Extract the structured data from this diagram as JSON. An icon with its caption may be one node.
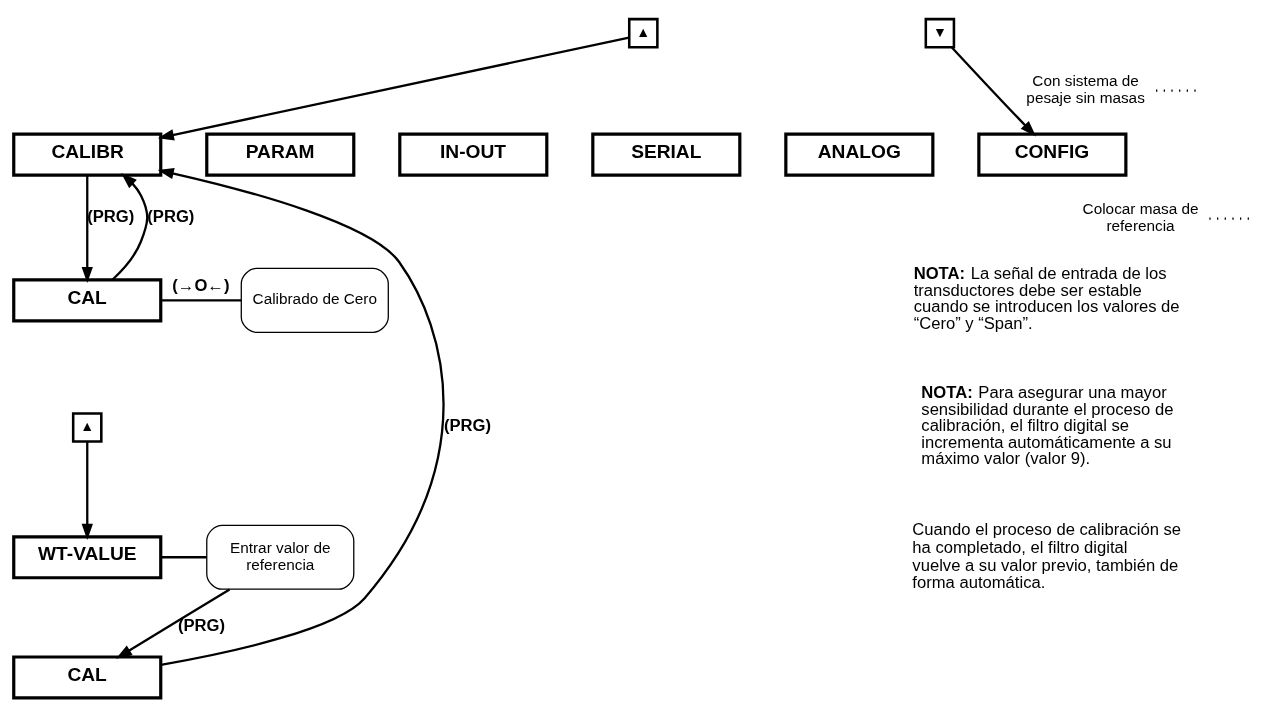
{
  "diagram": {
    "nodes": [
      {
        "text": [
          "CALIBR"
        ]
      },
      {
        "text": [
          "PARAM"
        ]
      },
      {
        "text": [
          "IN-OUT"
        ]
      },
      {
        "text": [
          "SERIAL"
        ]
      },
      {
        "text": [
          "ANALOG"
        ]
      },
      {
        "text": [
          "CONFIG"
        ]
      },
      {
        "text": [
          "▲"
        ]
      },
      {
        "text": [
          "▼"
        ]
      },
      {
        "text": [
          "Con sistema de pesaje sin masas"
        ]
      },
      {
        "text": [
          "CAL"
        ]
      },
      {
        "text": [
          "Calibrado de Cero"
        ]
      },
      {
        "text": [
          "▲"
        ]
      },
      {
        "text": [
          "Colocar masa de referencia"
        ]
      },
      {
        "text": [
          "WT-VALUE"
        ]
      },
      {
        "text": [
          "Entrar valor de referencia"
        ]
      },
      {
        "text": [
          "CAL"
        ]
      }
    ],
    "edges": [
      {
        "from": 6,
        "to": 0,
        "arrow": "to"
      },
      {
        "from": 7,
        "to": 5,
        "arrow": "to"
      },
      {
        "from": 0,
        "to": 9,
        "arrow": "to",
        "label": "(PRG)"
      },
      {
        "from": 8,
        "to": null,
        "arrow": "none",
        "style": "dashed"
      },
      {
        "from": 9,
        "to": 10,
        "arrow": "none",
        "label": "(→O←)"
      },
      {
        "from": 9,
        "to": 0,
        "arrow": "to",
        "label": "(PRG)"
      },
      {
        "from": 11,
        "to": 13,
        "arrow": "to"
      },
      {
        "from": 12,
        "to": null,
        "arrow": "none",
        "style": "dashed"
      },
      {
        "from": 13,
        "to": 14,
        "arrow": "none"
      },
      {
        "from": 14,
        "to": 15,
        "arrow": "to",
        "label": "(PRG)"
      },
      {
        "from": 15,
        "to": 0,
        "arrow": "to",
        "label": "(PRG)"
      }
    ],
    "labels": [
      "**NOTA:** La señal de entrada de los transductores debe ser estable cuando se introducen los valores de “Cero” y “Span”.",
      "**NOTA:** Para asegurar una mayor sensibilidad durante el proceso de calibración, el filtro digital se incrementa automáticamente a su máximo valor (valor 9).",
      "Cuando el proceso de calibración se ha completado, el filtro digital vuelve a su valor previo, también de forma automática."
    ]
  }
}
